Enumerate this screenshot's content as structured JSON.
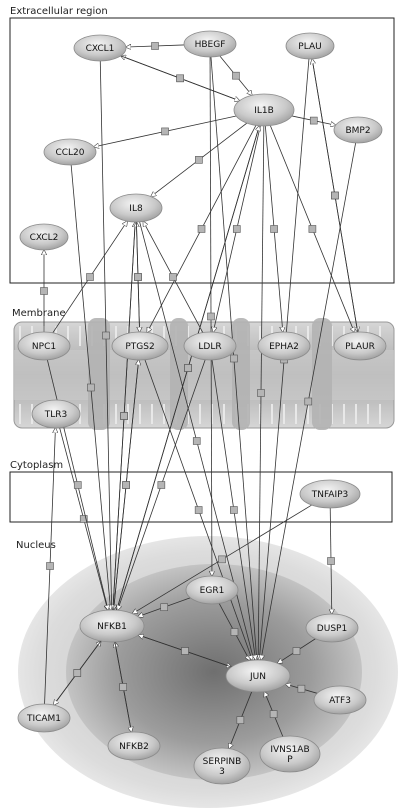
{
  "regions": {
    "extracellular": "Extracellular region",
    "membrane": "Membrane",
    "cytoplasm": "Cytoplasm",
    "nucleus": "Nucleus"
  },
  "nodes": [
    {
      "id": "CXCL1",
      "label": "CXCL1"
    },
    {
      "id": "HBEGF",
      "label": "HBEGF"
    },
    {
      "id": "PLAU",
      "label": "PLAU"
    },
    {
      "id": "IL1B",
      "label": "IL1B"
    },
    {
      "id": "BMP2",
      "label": "BMP2"
    },
    {
      "id": "CCL20",
      "label": "CCL20"
    },
    {
      "id": "IL8",
      "label": "IL8"
    },
    {
      "id": "CXCL2",
      "label": "CXCL2"
    },
    {
      "id": "NPC1",
      "label": "NPC1"
    },
    {
      "id": "PTGS2",
      "label": "PTGS2"
    },
    {
      "id": "LDLR",
      "label": "LDLR"
    },
    {
      "id": "EPHA2",
      "label": "EPHA2"
    },
    {
      "id": "PLAUR",
      "label": "PLAUR"
    },
    {
      "id": "TLR3",
      "label": "TLR3"
    },
    {
      "id": "TNFAIP3",
      "label": "TNFAIP3"
    },
    {
      "id": "EGR1",
      "label": "EGR1"
    },
    {
      "id": "NFKB1",
      "label": "NFKB1"
    },
    {
      "id": "DUSP1",
      "label": "DUSP1"
    },
    {
      "id": "JUN",
      "label": "JUN"
    },
    {
      "id": "ATF3",
      "label": "ATF3"
    },
    {
      "id": "TICAM1",
      "label": "TICAM1"
    },
    {
      "id": "NFKB2",
      "label": "NFKB2"
    },
    {
      "id": "SERPINB3",
      "label": [
        "SERPINB",
        "3"
      ]
    },
    {
      "id": "IVNS1ABP",
      "label": [
        "IVNS1AB",
        "P"
      ]
    }
  ],
  "edges": [
    [
      "IL1B",
      "CXCL1"
    ],
    [
      "CXCL1",
      "IL1B"
    ],
    [
      "HBEGF",
      "IL1B"
    ],
    [
      "HBEGF",
      "CXCL1"
    ],
    [
      "IL1B",
      "CCL20"
    ],
    [
      "IL1B",
      "BMP2"
    ],
    [
      "IL1B",
      "IL8"
    ],
    [
      "PLAU",
      "PLAUR"
    ],
    [
      "PLAUR",
      "PLAU"
    ],
    [
      "IL1B",
      "PLAUR"
    ],
    [
      "IL1B",
      "EPHA2"
    ],
    [
      "IL1B",
      "LDLR"
    ],
    [
      "IL1B",
      "PTGS2"
    ],
    [
      "IL1B",
      "NFKB1"
    ],
    [
      "NFKB1",
      "IL1B"
    ],
    [
      "IL1B",
      "JUN"
    ],
    [
      "HBEGF",
      "JUN"
    ],
    [
      "HBEGF",
      "EGR1"
    ],
    [
      "IL8",
      "NFKB1"
    ],
    [
      "NFKB1",
      "IL8"
    ],
    [
      "PTGS2",
      "IL8"
    ],
    [
      "NPC1",
      "IL8"
    ],
    [
      "NPC1",
      "CXCL2"
    ],
    [
      "LDLR",
      "IL8"
    ],
    [
      "IL8",
      "JUN"
    ],
    [
      "CXCL1",
      "NFKB1"
    ],
    [
      "CCL20",
      "NFKB1"
    ],
    [
      "PTGS2",
      "NFKB1"
    ],
    [
      "NFKB1",
      "PTGS2"
    ],
    [
      "LDLR",
      "NFKB1"
    ],
    [
      "TLR3",
      "NFKB1"
    ],
    [
      "NPC1",
      "NFKB1"
    ],
    [
      "TICAM1",
      "TLR3"
    ],
    [
      "TICAM1",
      "NFKB1"
    ],
    [
      "NFKB2",
      "NFKB1"
    ],
    [
      "NFKB1",
      "NFKB2"
    ],
    [
      "NFKB1",
      "TICAM1"
    ],
    [
      "EGR1",
      "NFKB1"
    ],
    [
      "EGR1",
      "JUN"
    ],
    [
      "NFKB1",
      "JUN"
    ],
    [
      "JUN",
      "NFKB1"
    ],
    [
      "TNFAIP3",
      "DUSP1"
    ],
    [
      "TNFAIP3",
      "NFKB1"
    ],
    [
      "DUSP1",
      "JUN"
    ],
    [
      "ATF3",
      "JUN"
    ],
    [
      "JUN",
      "SERPINB3"
    ],
    [
      "IVNS1ABP",
      "JUN"
    ],
    [
      "PLAU",
      "JUN"
    ],
    [
      "BMP2",
      "JUN"
    ],
    [
      "PTGS2",
      "JUN"
    ],
    [
      "LDLR",
      "JUN"
    ],
    [
      "IL8",
      "PTGS2"
    ]
  ],
  "colors": {
    "node_fill": "#c4c4c4",
    "node_stroke": "#8a8a8a",
    "edge": "#333333",
    "membrane_fill": "#bdbdbd",
    "nucleus_fill": "#9e9e9e"
  }
}
